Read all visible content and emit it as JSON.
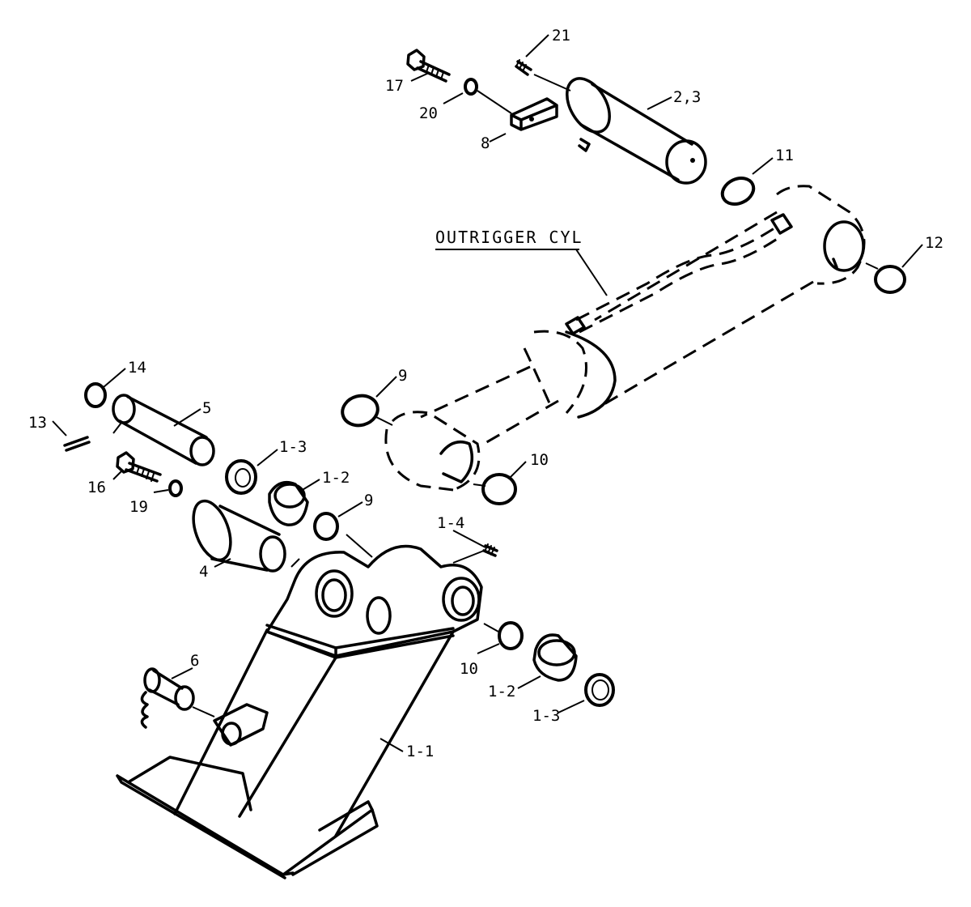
{
  "diagram_title": "OUTRIGGER CYL",
  "callouts": {
    "c21": "21",
    "c17": "17",
    "c20": "20",
    "c8": "8",
    "c2_3": "2,3",
    "c11": "11",
    "c12": "12",
    "c14": "14",
    "c13": "13",
    "c5": "5",
    "c16": "16",
    "c19": "19",
    "c1_3a": "1-3",
    "c1_2a": "1-2",
    "c9a": "9",
    "c9b": "9",
    "c10a": "10",
    "c1_4": "1-4",
    "c4": "4",
    "c6": "6",
    "c10b": "10",
    "c1_2b": "1-2",
    "c1_3b": "1-3",
    "c1_1": "1-1"
  }
}
